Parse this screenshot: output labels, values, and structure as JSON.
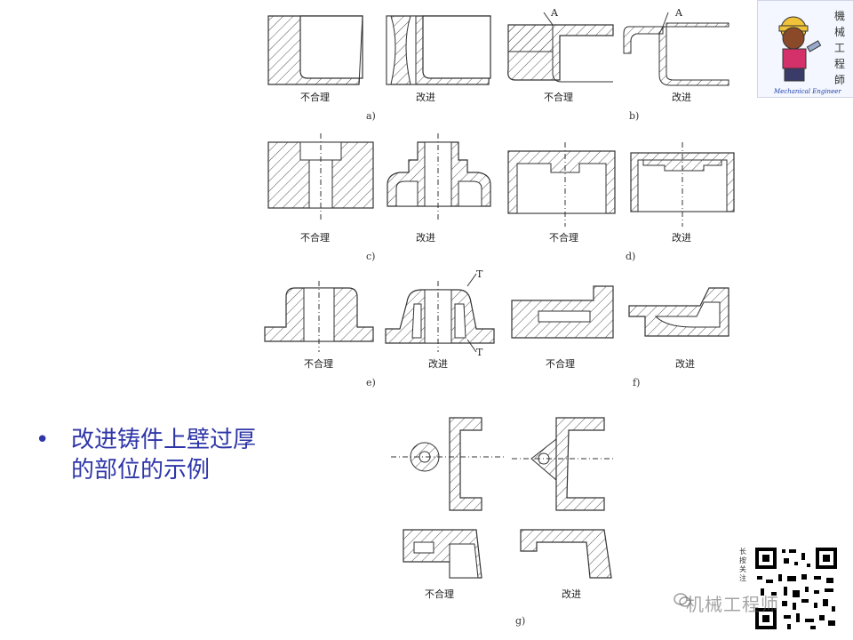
{
  "bullet": {
    "marker": "•",
    "text": "改进铸件上壁过厚的部位的示例"
  },
  "figure": {
    "panels": [
      {
        "id": "a",
        "sub_label": "a)",
        "left_caption": "不合理",
        "right_caption": "改进"
      },
      {
        "id": "b",
        "sub_label": "b)",
        "left_caption": "不合理",
        "right_caption": "改进",
        "marker": "A"
      },
      {
        "id": "c",
        "sub_label": "c)",
        "left_caption": "不合理",
        "right_caption": "改进"
      },
      {
        "id": "d",
        "sub_label": "d)",
        "left_caption": "不合理",
        "right_caption": "改进"
      },
      {
        "id": "e",
        "sub_label": "e)",
        "left_caption": "不合理",
        "right_caption": "改进",
        "marker": "T"
      },
      {
        "id": "f",
        "sub_label": "f)",
        "left_caption": "不合理",
        "right_caption": "改进"
      },
      {
        "id": "g",
        "sub_label": "g)",
        "left_caption": "不合理",
        "right_caption": "改进"
      }
    ],
    "hatch_color": "#555555"
  },
  "logo": {
    "chars": [
      "機",
      "械",
      "工",
      "程",
      "師"
    ],
    "subtitle": "Mechanical Engineer"
  },
  "qr": {
    "side_chars": [
      "长",
      "按",
      "关",
      "注"
    ],
    "watermark": "机械工程师"
  },
  "colors": {
    "bullet_text": "#2f36a8",
    "background": "#ffffff"
  }
}
